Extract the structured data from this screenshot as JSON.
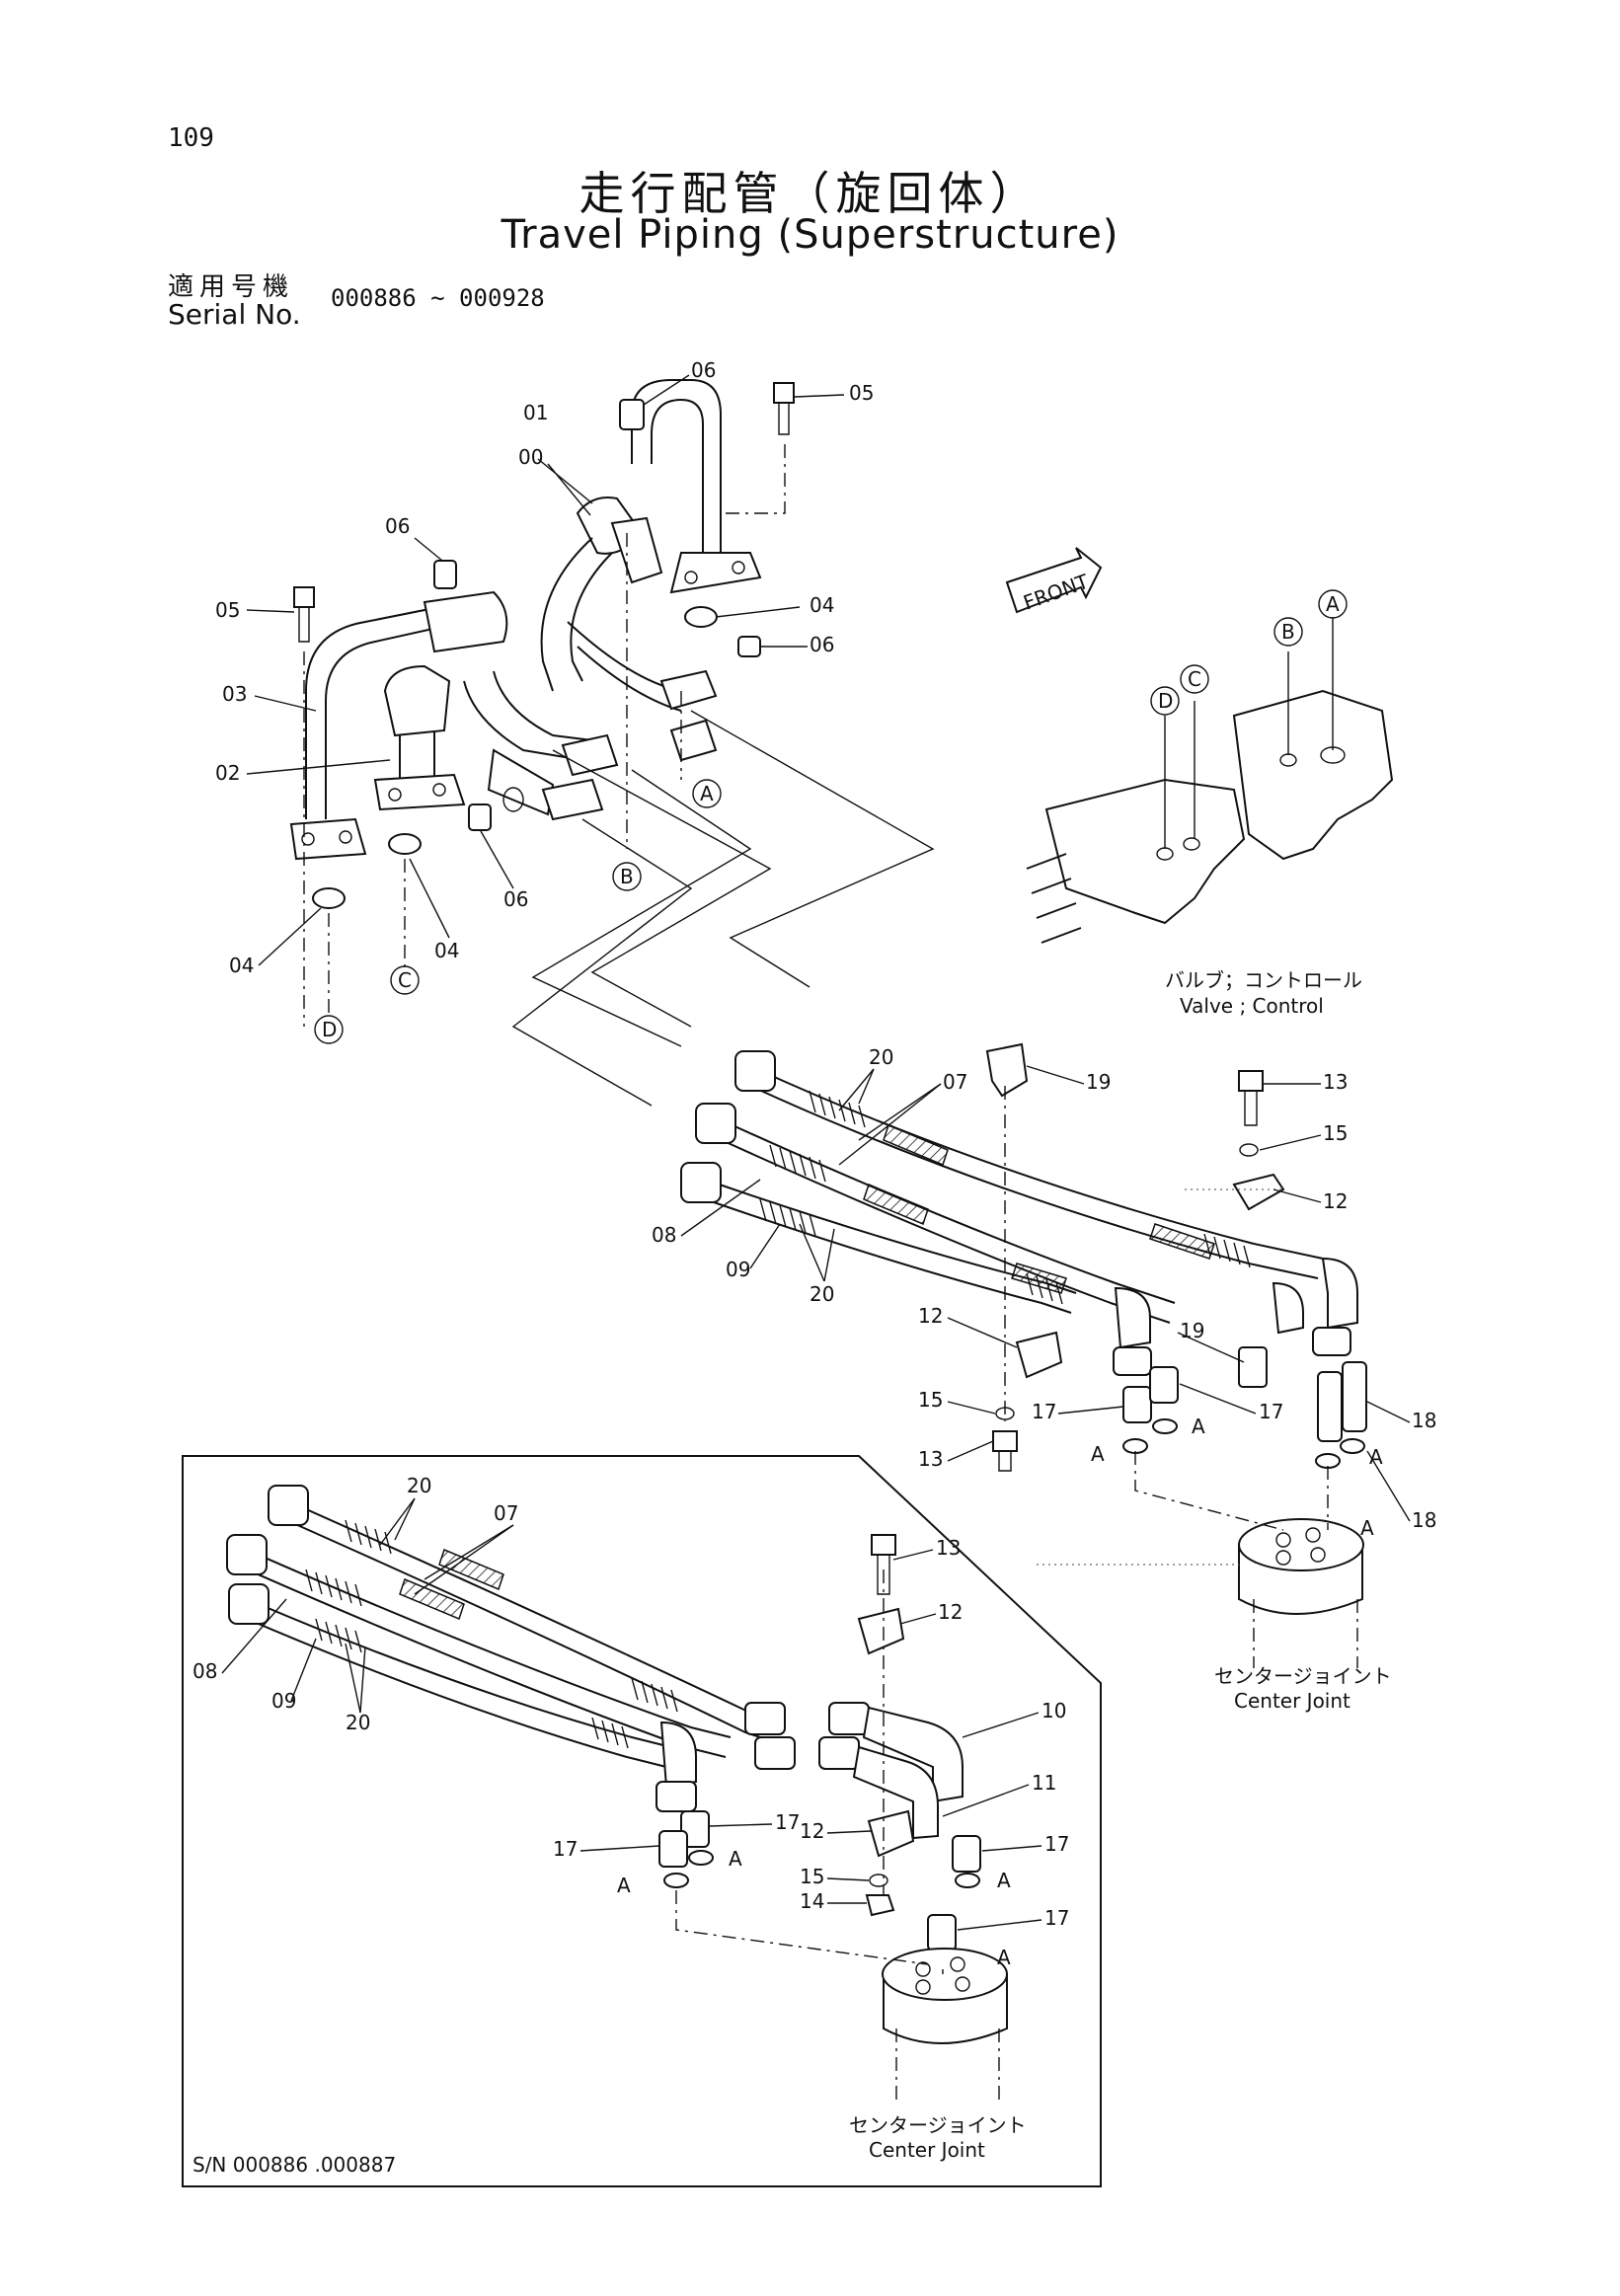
{
  "page_number": "109",
  "title_jp": "走行配管（旋回体）",
  "title_en": "Travel Piping (Superstructure)",
  "serial_label_jp": "適用号機",
  "serial_label_en": "Serial No.",
  "serial_range": "000886 ~ 000928",
  "front_marker": "FRONT",
  "valve_label_jp": "バルブ；コントロール",
  "valve_label_en": "Valve ; Control",
  "center_joint_jp": "センタージョイント",
  "center_joint_en": "Center Joint",
  "inset_center_joint_jp": "センタージョイント",
  "inset_center_joint_en": "Center Joint",
  "inset_serial": "S/N 000886 .000887",
  "callouts_main": [
    "00",
    "01",
    "02",
    "03",
    "04",
    "04",
    "04",
    "05",
    "05",
    "06",
    "06",
    "06",
    "06",
    "07",
    "08",
    "09",
    "12",
    "12",
    "13",
    "13",
    "15",
    "15",
    "17",
    "17",
    "18",
    "18",
    "19",
    "19",
    "20",
    "20"
  ],
  "callouts_inset": [
    "07",
    "08",
    "09",
    "10",
    "11",
    "12",
    "12",
    "13",
    "14",
    "15",
    "17",
    "17",
    "17",
    "17",
    "20",
    "20"
  ],
  "port_letters": [
    "A",
    "B",
    "C",
    "D",
    "A",
    "B",
    "C",
    "D",
    "A",
    "A",
    "A",
    "A",
    "A",
    "A",
    "A",
    "A"
  ]
}
